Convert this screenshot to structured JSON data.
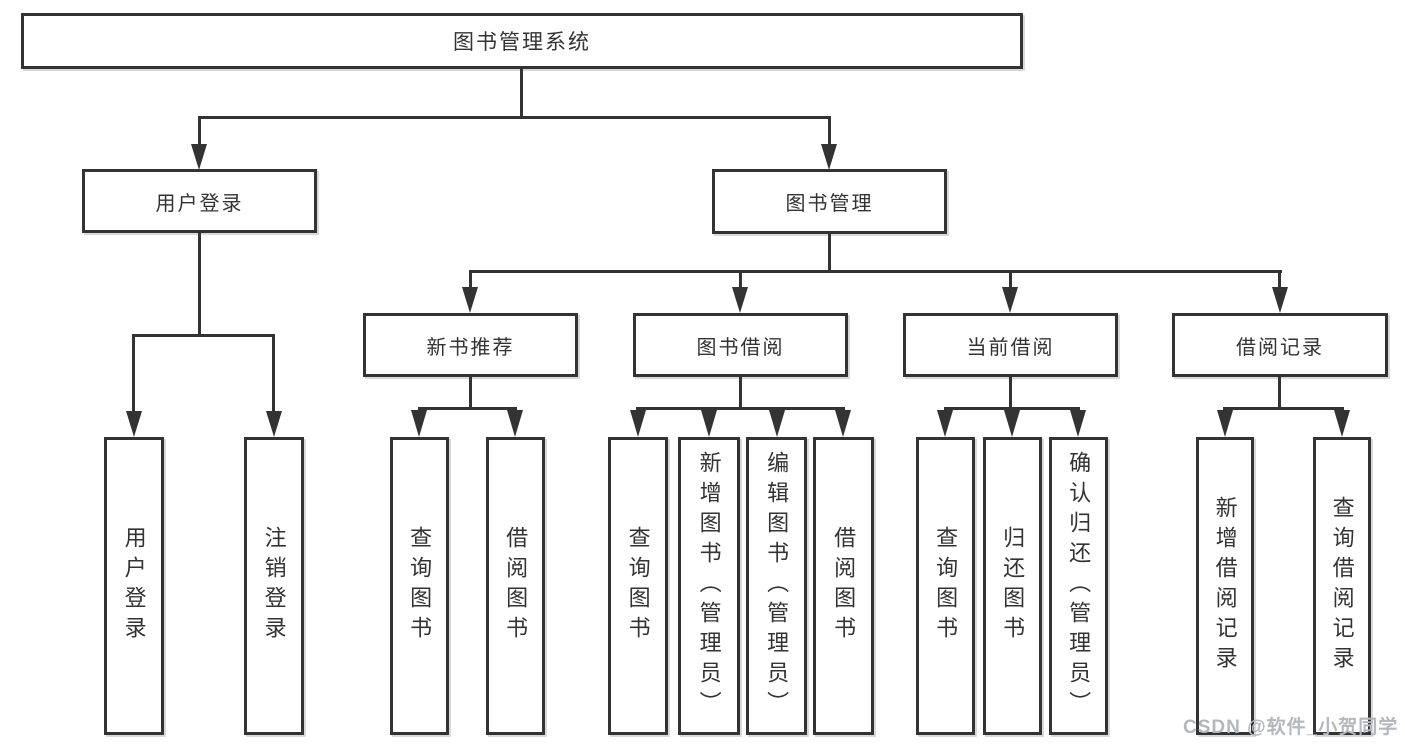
{
  "tree": {
    "root": {
      "label": "图书管理系统"
    },
    "groups": [
      {
        "label": "用户登录",
        "children": [
          {
            "label": "用户登录"
          },
          {
            "label": "注销登录"
          }
        ]
      },
      {
        "label": "图书管理",
        "sections": [
          {
            "label": "新书推荐",
            "children": [
              {
                "label": "查询图书"
              },
              {
                "label": "借阅图书"
              }
            ]
          },
          {
            "label": "图书借阅",
            "children": [
              {
                "label": "查询图书"
              },
              {
                "label": "新增图书（管理员）"
              },
              {
                "label": "编辑图书（管理员）"
              },
              {
                "label": "借阅图书"
              }
            ]
          },
          {
            "label": "当前借阅",
            "children": [
              {
                "label": "查询图书"
              },
              {
                "label": "归还图书"
              },
              {
                "label": "确认归还（管理员）"
              }
            ]
          },
          {
            "label": "借阅记录",
            "children": [
              {
                "label": "新增借阅记录"
              },
              {
                "label": "查询借阅记录"
              }
            ]
          }
        ]
      }
    ]
  },
  "watermark": {
    "text": "CSDN @软件_小贺同学"
  },
  "colors": {
    "line": "#333333",
    "text": "#333333",
    "background": "#ffffff",
    "watermark": "#b4b7bb"
  }
}
